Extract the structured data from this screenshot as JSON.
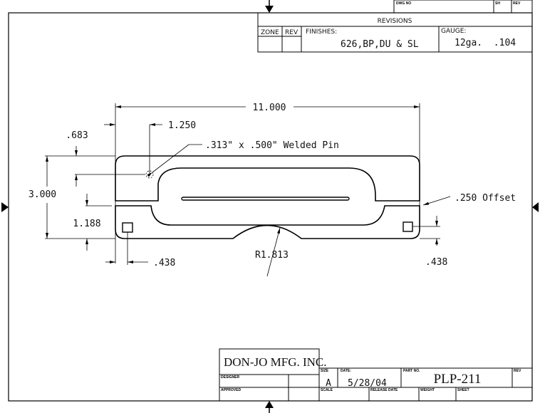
{
  "revisions_block": {
    "dwg_no_label": "DWG NO",
    "sh_label": "SH",
    "rev_label": "REV",
    "title": "REVISIONS",
    "zone_label": "ZONE",
    "rev_col_label": "REV",
    "finishes_label": "FINISHES:",
    "finishes_value": "626,BP,DU & SL",
    "gauge_label": "GAUGE:",
    "gauge_value": "12ga.  .104"
  },
  "dimensions": {
    "overall_length": "11.000",
    "pin_offset_x": "1.250",
    "pin_offset_y": ".683",
    "pin_note": ".313\" x .500\" Welded Pin",
    "overall_height": "3.000",
    "step_height": "1.188",
    "offset_note": ".250 Offset",
    "hole_left": ".438",
    "hole_right": ".438",
    "radius": "R1.813"
  },
  "title_block": {
    "company": "DON-JO MFG. INC.",
    "designer_label": "DESIGNER",
    "approved_label": "APPROVED",
    "size_label": "SIZE",
    "size_value": "A",
    "date_label": "DATE:",
    "date_value": "5/28/04",
    "part_no_label": "PART NO.",
    "part_no_value": "PLP-211",
    "rev_label": "REV",
    "scale_label": "SCALE",
    "release_date_label": "RELEASE DATE",
    "weight_label": "WEIGHT",
    "sheet_label": "SHEET"
  }
}
